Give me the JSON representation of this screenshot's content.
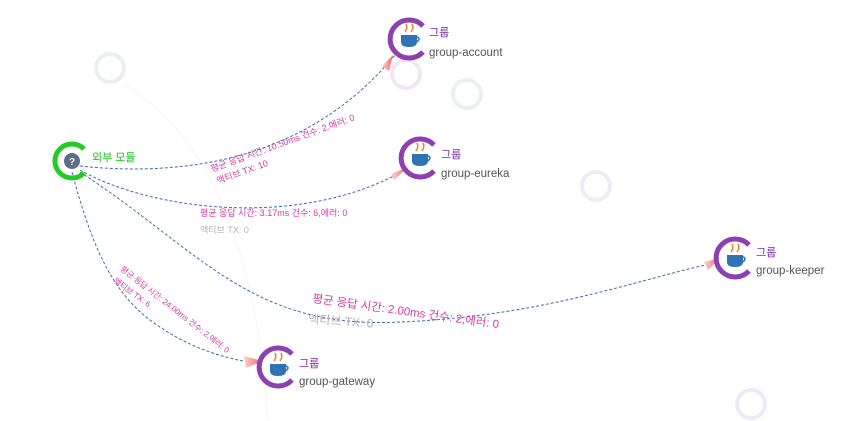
{
  "external_module": {
    "label": "외부 모듈",
    "icon": "question-icon",
    "ring_color": "#22cc22"
  },
  "node_type_label": "그룹",
  "ring_color": "#8e3fb0",
  "nodes": [
    {
      "id": "account",
      "name": "group-account",
      "icon": "java-icon"
    },
    {
      "id": "eureka",
      "name": "group-eureka",
      "icon": "java-icon"
    },
    {
      "id": "keeper",
      "name": "group-keeper",
      "icon": "java-icon"
    },
    {
      "id": "gateway",
      "name": "group-gateway",
      "icon": "java-icon"
    }
  ],
  "edges": [
    {
      "target": "account",
      "stat": "평균 응답 시간: 10.50ms 건수: 2,에러: 0",
      "active": "액티브 TX: 10"
    },
    {
      "target": "eureka",
      "stat": "평균 응답 시간: 3.17ms 건수: 6,에러: 0",
      "active": "액티브 TX: 0"
    },
    {
      "target": "keeper",
      "stat": "평균 응답 시간: 2.00ms 건수: 2,에러: 0",
      "active": "액티브 TX: 0"
    },
    {
      "target": "gateway",
      "stat": "평균 응답 시간: 24.00ms 건수: 2,에러: 0",
      "active": "액티브 TX: 6"
    }
  ],
  "colors": {
    "edge": "#3a6fb0",
    "stat": "#d63aa6",
    "active": "#b3b3b3",
    "arrow": "#f07878"
  }
}
